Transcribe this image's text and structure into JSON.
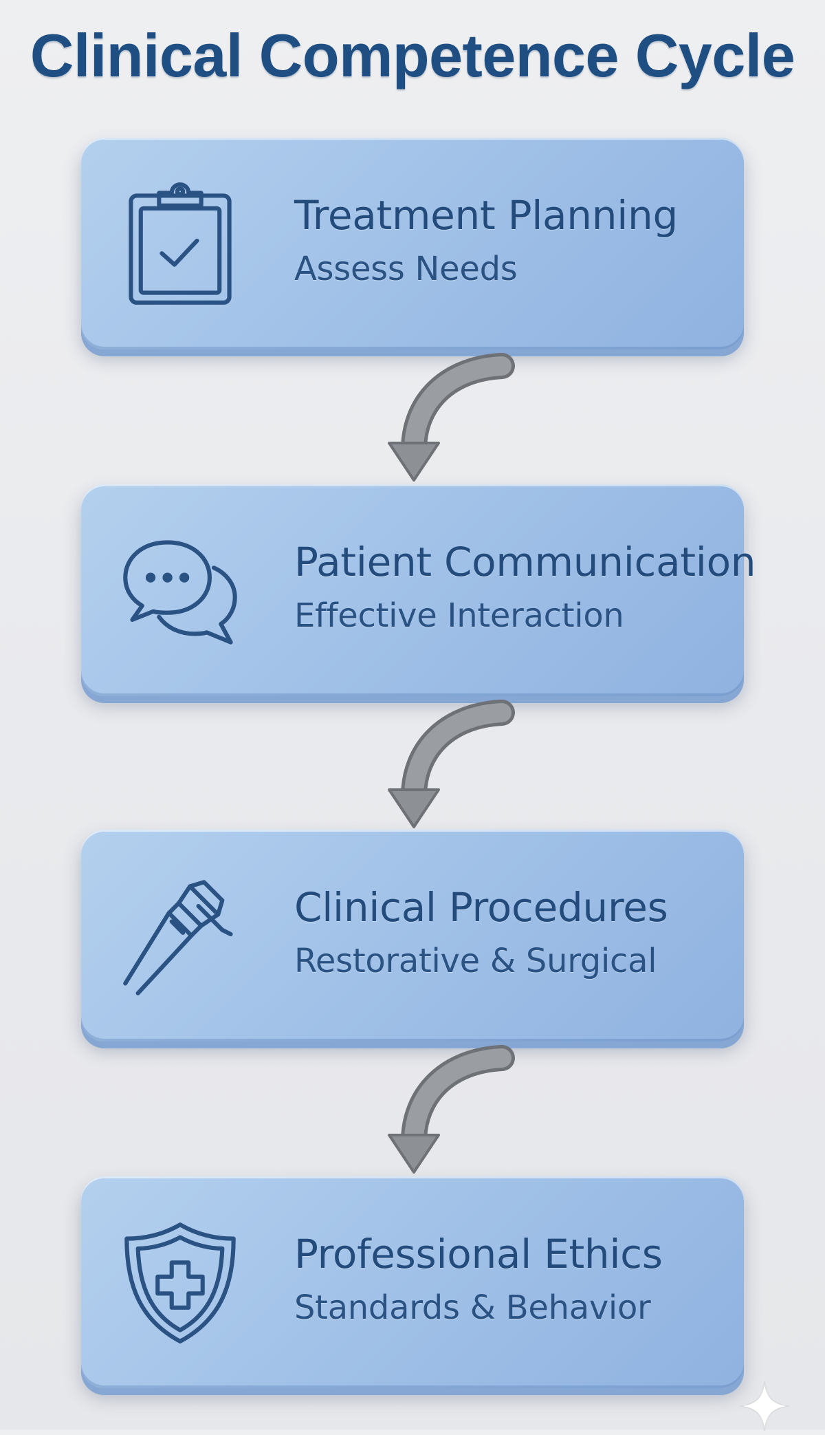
{
  "title": "Clinical Competence Cycle",
  "steps": [
    {
      "title": "Treatment Planning",
      "subtitle": "Assess Needs",
      "icon": "clipboard-check-icon"
    },
    {
      "title": "Patient Communication",
      "subtitle": "Effective Interaction",
      "icon": "chat-bubbles-icon"
    },
    {
      "title": "Clinical Procedures",
      "subtitle": "Restorative & Surgical",
      "icon": "dental-handpiece-icon"
    },
    {
      "title": "Professional Ethics",
      "subtitle": "Standards & Behavior",
      "icon": "shield-cross-icon"
    }
  ],
  "colors": {
    "title": "#1f4f82",
    "card": "#a2c2e8",
    "icon_stroke": "#2a5283",
    "arrow": "#8a8d92",
    "background": "#eceef1"
  }
}
